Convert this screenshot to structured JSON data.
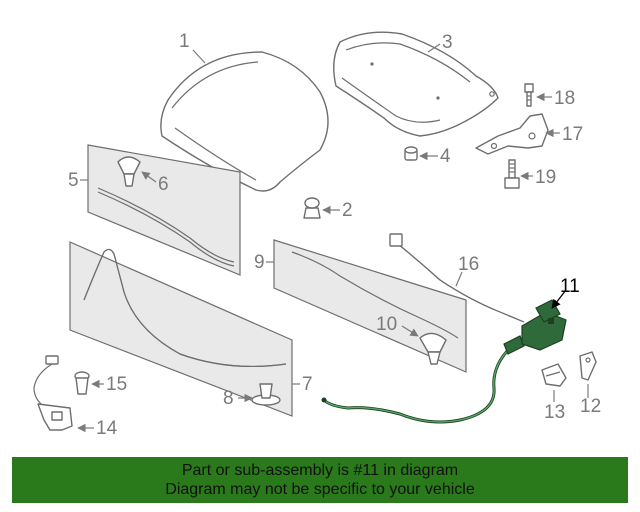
{
  "diagram": {
    "callouts": [
      "1",
      "2",
      "3",
      "4",
      "5",
      "6",
      "7",
      "8",
      "9",
      "10",
      "11",
      "12",
      "13",
      "14",
      "15",
      "16",
      "17",
      "18",
      "19"
    ],
    "highlighted_part": "11",
    "colors": {
      "highlight": "#2f6b3a",
      "banner": "#2a7a1c",
      "line": "#6e6e6e"
    }
  },
  "banner": {
    "line1": "Part or sub-assembly is #11 in diagram",
    "line2": "Diagram may not be specific to your vehicle"
  }
}
